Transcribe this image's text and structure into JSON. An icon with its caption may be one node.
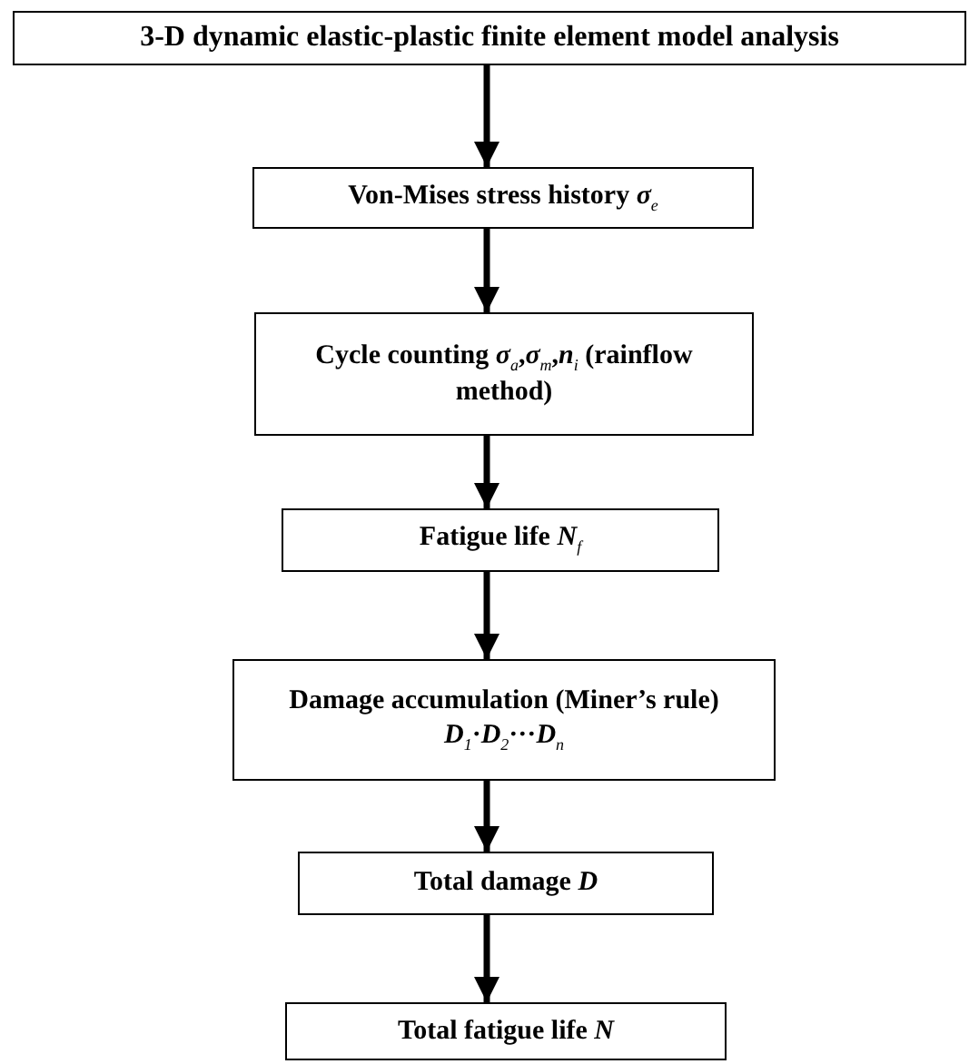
{
  "diagram": {
    "nodes": [
      {
        "text": [
          "3-D dynamic elastic-plastic finite element model analysis"
        ]
      },
      {
        "text": [
          "Von-Mises stress history  *σ*$_{e}$"
        ]
      },
      {
        "text": [
          "Cycle counting *σ*$_{a}$,*σ*$_{m}$,*n*$_{i}$ (rainflow method)"
        ]
      },
      {
        "text": [
          "Fatigue life  *N*$_{f}$"
        ]
      },
      {
        "text": [
          "Damage accumulation (Miner’s rule)  *D*$_{1}$·*D*$_{2}$···*D*$_{n}$"
        ]
      },
      {
        "text": [
          "Total damage  *D*"
        ]
      },
      {
        "text": [
          "Total fatigue life  *N*"
        ]
      }
    ],
    "edges": [
      {
        "from": 0,
        "to": 1,
        "arrow": "to"
      },
      {
        "from": 1,
        "to": 2,
        "arrow": "to"
      },
      {
        "from": 2,
        "to": 3,
        "arrow": "to"
      },
      {
        "from": 3,
        "to": 4,
        "arrow": "to"
      },
      {
        "from": 4,
        "to": 5,
        "arrow": "to"
      },
      {
        "from": 5,
        "to": 6,
        "arrow": "to"
      }
    ]
  }
}
